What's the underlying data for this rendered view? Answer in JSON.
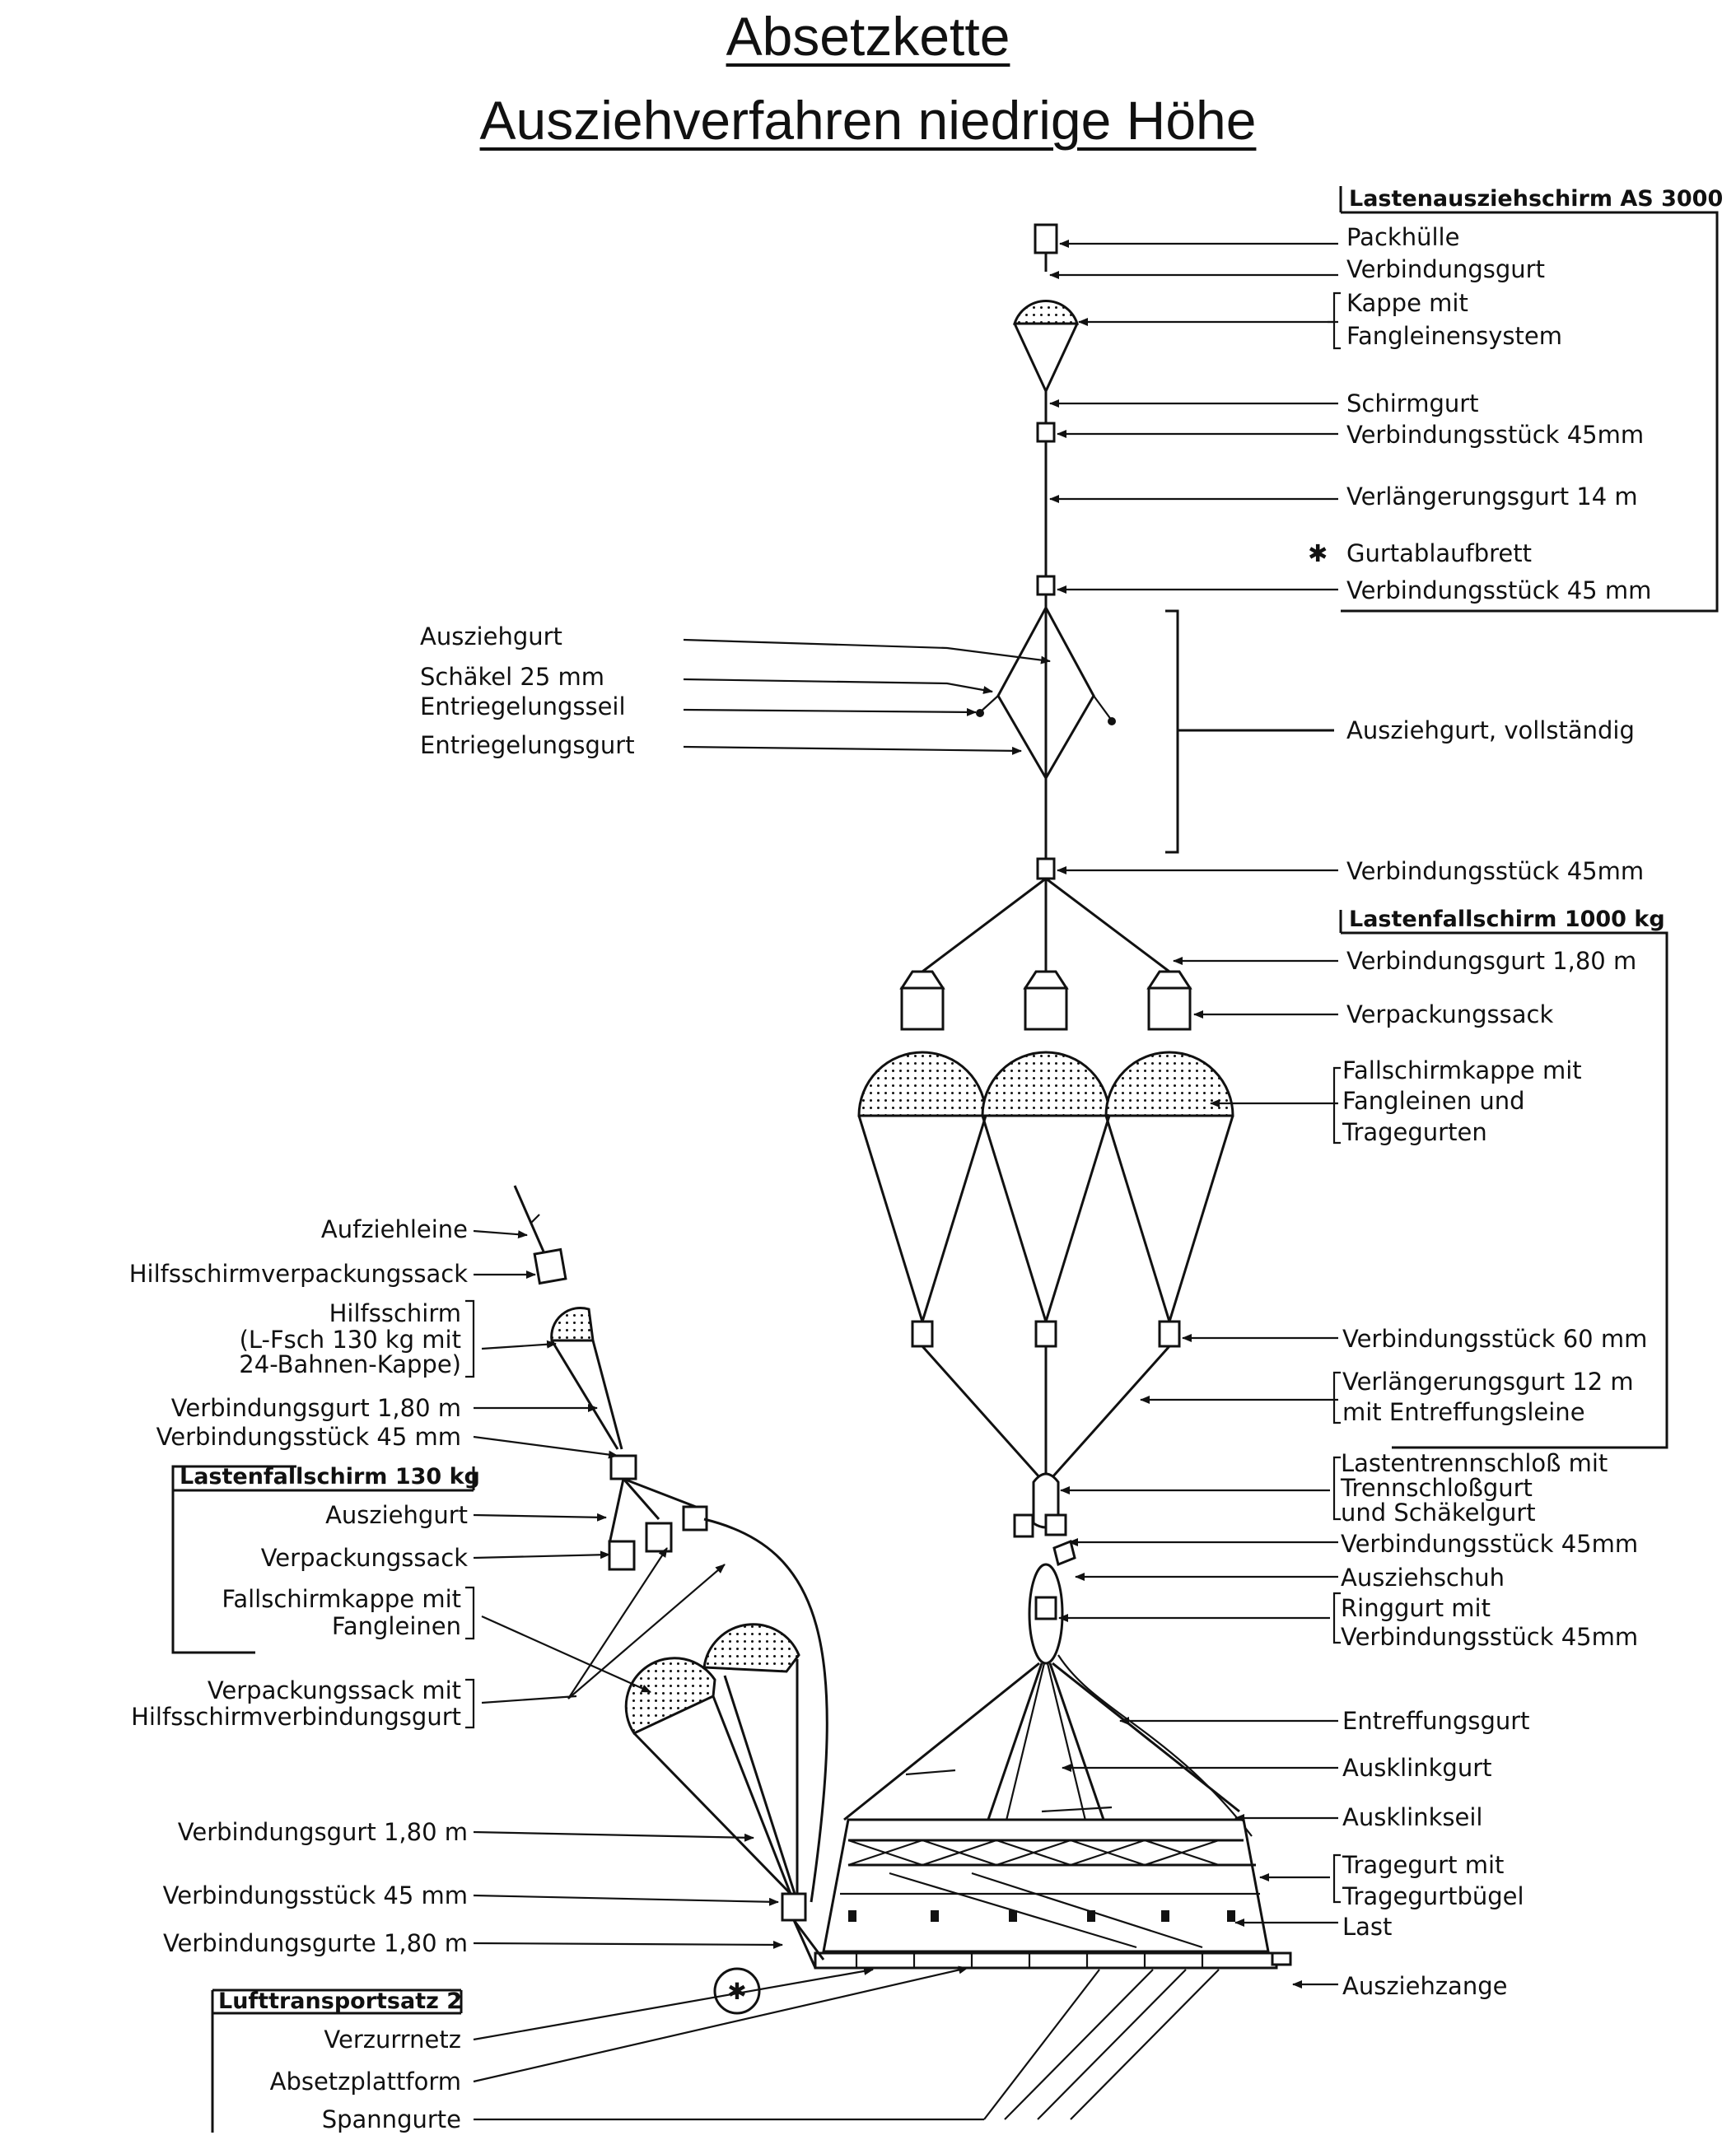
{
  "title": {
    "line1": "Absetzkette",
    "line2": "Ausziehverfahren niedrige Höhe"
  },
  "sections": {
    "extraction_chute": {
      "header": "Lastenausziehschirm AS 3000",
      "labels": [
        "Packhülle",
        "Verbindungsgurt",
        "Kappe mit",
        "Fangleinensystem",
        "Schirmgurt",
        "Verbindungsstück 45mm",
        "Verlängerungsgurt 14 m",
        "Gurtablaufbrett",
        "Verbindungsstück 45 mm"
      ]
    },
    "extraction_line": {
      "left_labels": [
        "Ausziehgurt",
        "Schäkel 25 mm",
        "Entriegelungsseil",
        "Entriegelungsgurt"
      ],
      "right_label": "Ausziehgurt, vollständig",
      "connector": "Verbindungsstück 45mm"
    },
    "cargo_chute_1000": {
      "header": "Lastenfallschirm 1000 kg",
      "labels": [
        "Verbindungsgurt 1,80 m",
        "Verpackungssack",
        "Fallschirmkappe mit",
        "Fangleinen und",
        "Tragegurten",
        "Verbindungsstück 60 mm",
        "Verlängerungsgurt 12 m",
        "mit Entreffungsleine"
      ]
    },
    "release": {
      "labels": [
        "Lastentrennschloß mit",
        "Trennschloßgurt",
        "und Schäkelgurt",
        "Verbindungsstück 45mm",
        "Ausziehschuh",
        "Ringgurt mit",
        "Verbindungsstück 45mm",
        "Entreffungsgurt",
        "Ausklinkgurt",
        "Ausklinkseil",
        "Tragegurt mit",
        "Tragegurtbügel",
        "Last",
        "Ausziehzange"
      ]
    },
    "pilot": {
      "labels": [
        "Aufziehleine",
        "Hilfsschirmverpackungssack",
        "Hilfsschirm",
        "(L-Fsch 130 kg mit",
        "24-Bahnen-Kappe)",
        "Verbindungsgurt 1,80 m",
        "Verbindungsstück 45 mm"
      ]
    },
    "cargo_chute_130": {
      "header": "Lastenfallschirm 130 kg",
      "labels": [
        "Ausziehgurt",
        "Verpackungssack",
        "Fallschirmkappe mit",
        "Fangleinen",
        "Verpackungssack mit",
        "Hilfsschirmverbindungsgurt",
        "Verbindungsgurt 1,80 m",
        "Verbindungsstück 45 mm",
        "Verbindungsgurte 1,80 m"
      ]
    },
    "transport_kit": {
      "header": "Lufttransportsatz 2",
      "labels": [
        "Verzurrnetz",
        "Absetzplattform",
        "Spanngurte"
      ]
    }
  }
}
